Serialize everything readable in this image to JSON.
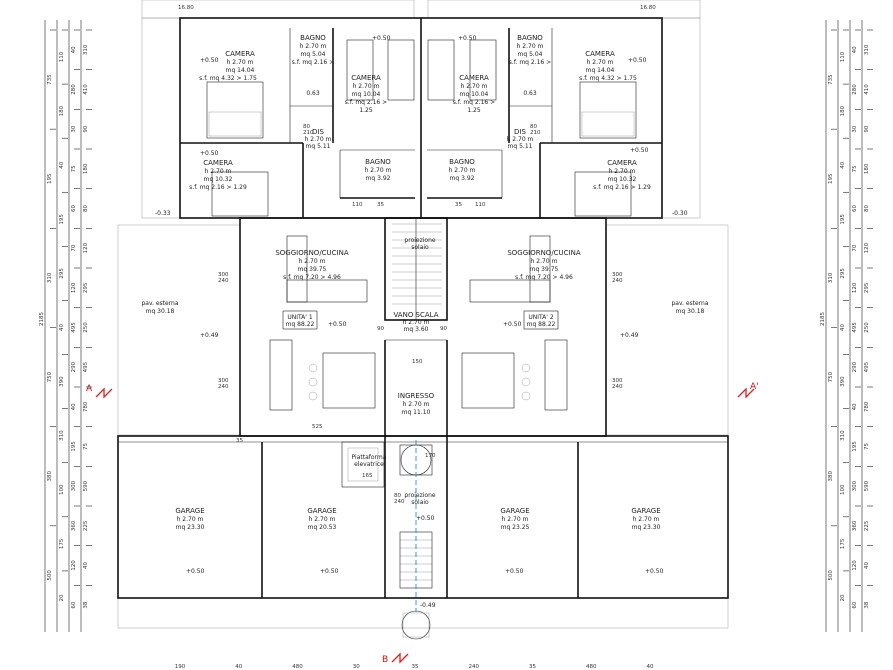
{
  "rooms": {
    "camera_tl": {
      "name": "CAMERA",
      "h": "h 2.70 m",
      "mq": "mq 14.04",
      "sf": "s.f. mq 4.32 > 1.75"
    },
    "bagno_tl": {
      "name": "BAGNO",
      "h": "h 2.70 m",
      "mq": "mq 5.04",
      "sf": "s.f. mq 2.16 >",
      "v": "0.63"
    },
    "camera_tm": {
      "name": "CAMERA",
      "h": "h 2.70 m",
      "mq": "mq 10.04",
      "sf": "s.f. mq 2.16 >",
      "v": "1.25"
    },
    "dis_l": {
      "name": "DIS",
      "h": "h 2.70 m",
      "mq": "mq 5.11"
    },
    "camera_ml": {
      "name": "CAMERA",
      "h": "h 2.70 m",
      "mq": "mq 10.32",
      "sf": "s.f. mq 2.16 > 1.29"
    },
    "bagno_ml": {
      "name": "BAGNO",
      "h": "h 2.70 m",
      "mq": "mq 3.92"
    },
    "camera_tr": {
      "name": "CAMERA",
      "h": "h 2.70 m",
      "mq": "mq 14.04",
      "sf": "s.f. mq 4.32 > 1.75"
    },
    "bagno_tr": {
      "name": "BAGNO",
      "h": "h 2.70 m",
      "mq": "mq 5.04",
      "sf": "s.f. mq 2.16 >",
      "v": "0.63"
    },
    "camera_tmr": {
      "name": "CAMERA",
      "h": "h 2.70 m",
      "mq": "mq 10.04",
      "sf": "s.f. mq 2.16 >",
      "v": "1.25"
    },
    "dis_r": {
      "name": "DIS",
      "h": "h 2.70 m",
      "mq": "mq 5.11"
    },
    "camera_mr": {
      "name": "CAMERA",
      "h": "h 2.70 m",
      "mq": "mq 10.32",
      "sf": "s.f. mq 2.16 > 1.29"
    },
    "bagno_mr": {
      "name": "BAGNO",
      "h": "h 2.70 m",
      "mq": "mq 3.92"
    },
    "soggiorno_l": {
      "name": "SOGGIORNO/CUCINA",
      "h": "h 2.70 m",
      "mq": "mq 39.75",
      "sf": "s.f. mq 7.20 > 4.96"
    },
    "soggiorno_r": {
      "name": "SOGGIORNO/CUCINA",
      "h": "h 2.70 m",
      "mq": "mq 39.75",
      "sf": "s.f. mq 7.20 > 4.96"
    },
    "vano_scala": {
      "name": "VANO SCALA",
      "h": "h 2.70 m",
      "mq": "mq 3.60"
    },
    "ingresso": {
      "name": "INGRESSO",
      "h": "h 2.70 m",
      "mq": "mq 11.10"
    },
    "garage_1": {
      "name": "GARAGE",
      "h": "h 2.70 m",
      "mq": "mq 23.30"
    },
    "garage_2": {
      "name": "GARAGE",
      "h": "h 2.70 m",
      "mq": "mq 20.53"
    },
    "garage_3": {
      "name": "GARAGE",
      "h": "h 2.70 m",
      "mq": "mq 23.25"
    },
    "garage_4": {
      "name": "GARAGE",
      "h": "h 2.70 m",
      "mq": "mq 23.30"
    },
    "pav_l": {
      "name": "pav. esterna",
      "mq": "mq 30.18"
    },
    "pav_r": {
      "name": "pav. esterna",
      "mq": "mq 30.18"
    }
  },
  "units": {
    "u1": {
      "name": "UNITA' 1",
      "mq": "mq 88.22"
    },
    "u2": {
      "name": "UNITA' 2",
      "mq": "mq 88.22"
    }
  },
  "labels": {
    "piattaforma": "Piattaforma",
    "elevatrice": "elevatrice",
    "proiezione": "proiezione",
    "solaio": "solaio",
    "section_a": "A",
    "section_a2": "A'",
    "section_b": "B"
  },
  "levels": {
    "p050": "+0.50",
    "p049": "+0.49",
    "m030": "-0.30",
    "m033": "-0.33",
    "m049": "-0.49"
  },
  "top_dims": {
    "left": "16.80",
    "right": "16.80"
  },
  "dims": {
    "d110": "110",
    "d35": "35",
    "d150": "150",
    "d525": "525",
    "d165": "165",
    "d300": "300",
    "d240": "240",
    "d80": "80",
    "d210": "210",
    "d90": "90",
    "d60": "60",
    "d170": "170",
    "d2185": "2185"
  },
  "left_dims": {
    "col1": [
      "735",
      "195",
      "310",
      "750",
      "380",
      "500"
    ],
    "col2": [
      "110",
      "180",
      "40",
      "195",
      "295",
      "40",
      "390",
      "310",
      "100",
      "175",
      "20"
    ],
    "col3": [
      "40",
      "280",
      "30",
      "75",
      "60",
      "70",
      "120",
      "495",
      "290",
      "40",
      "195",
      "300",
      "360",
      "120",
      "60"
    ],
    "col4": [
      "310",
      "410",
      "90",
      "180",
      "80",
      "120",
      "295",
      "250",
      "495",
      "780",
      "75",
      "590",
      "225",
      "40",
      "38"
    ]
  },
  "bottom_dims": [
    "190",
    "40",
    "480",
    "30",
    "35",
    "240",
    "35",
    "480",
    "40"
  ],
  "colors": {
    "accent": "#1a8fd6",
    "section": "#d22222",
    "wall": "#111111"
  }
}
